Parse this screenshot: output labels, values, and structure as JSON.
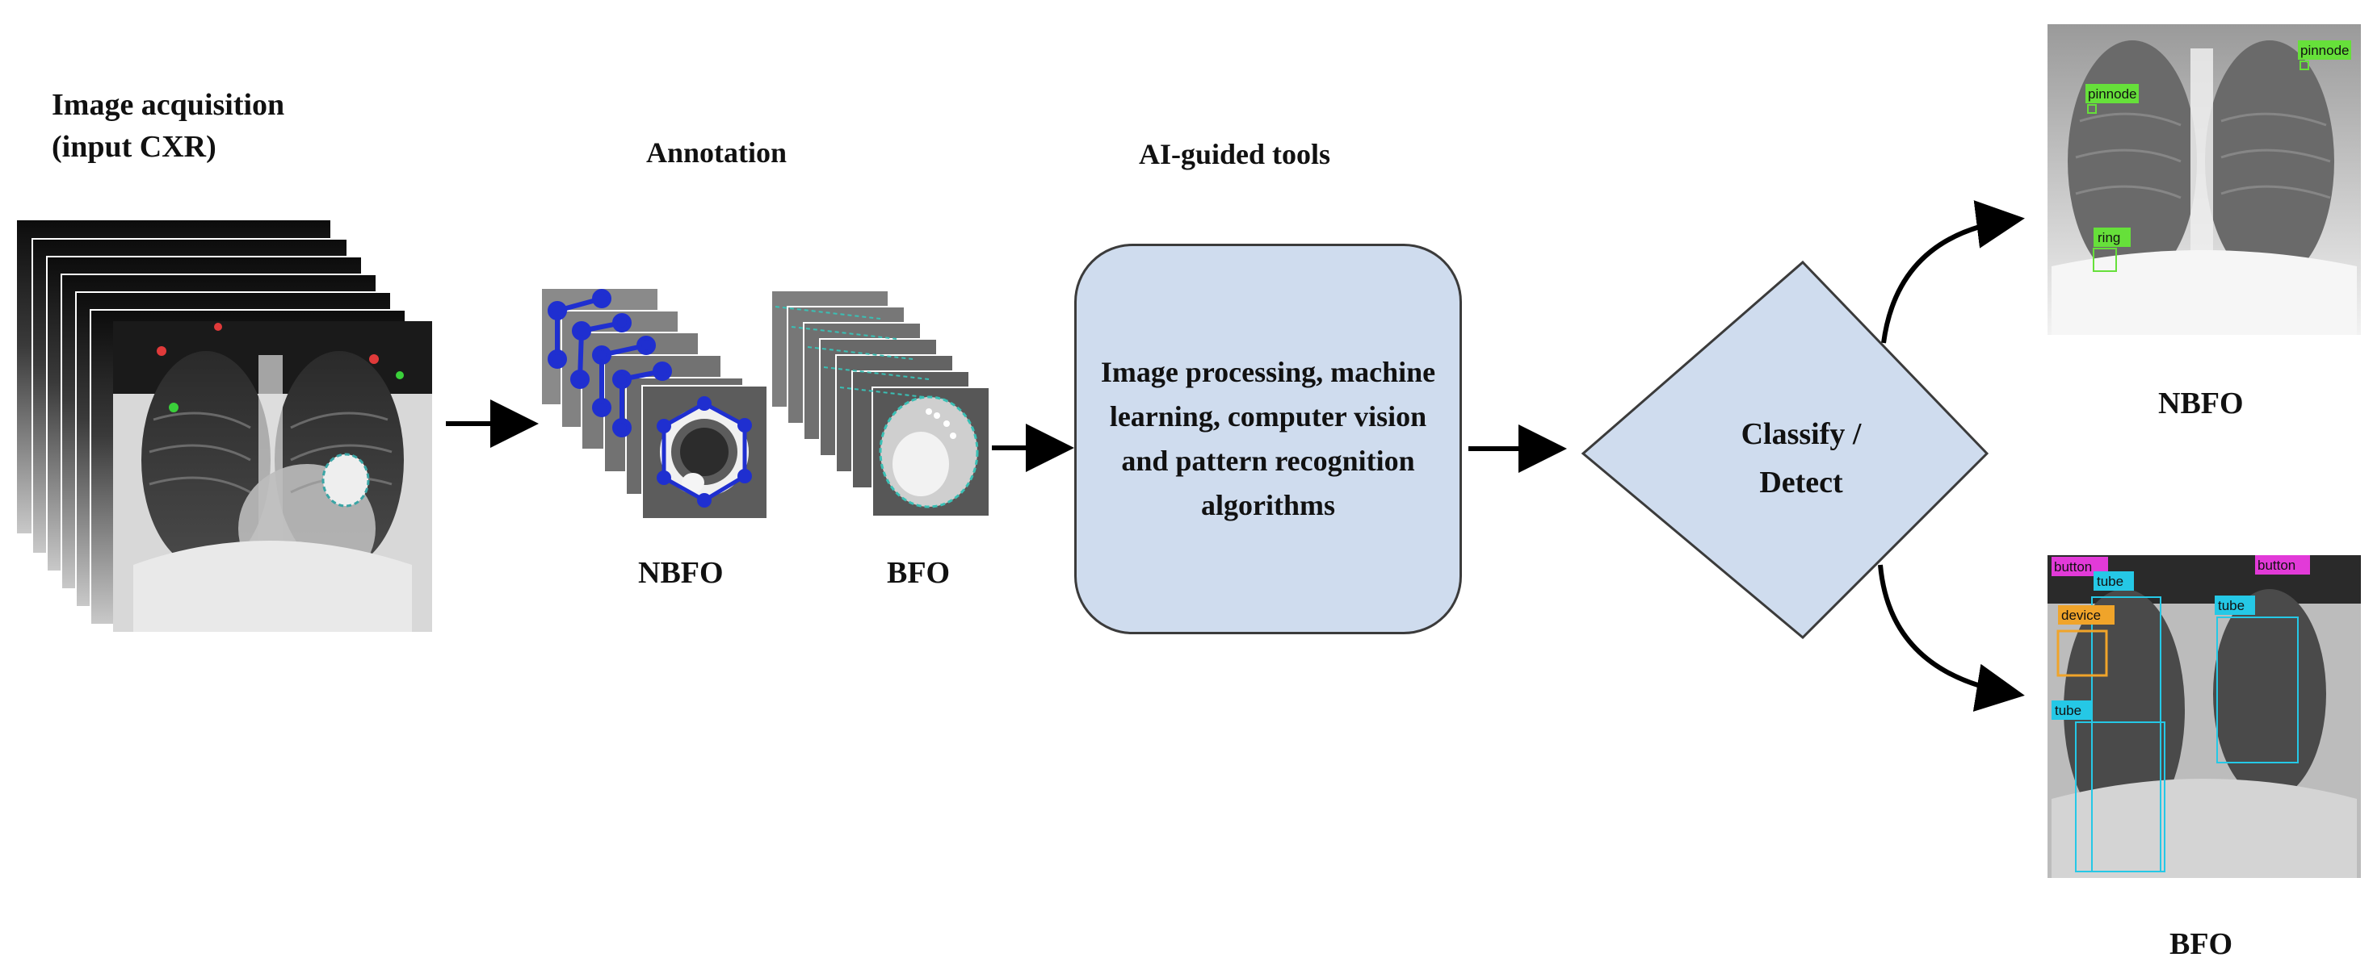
{
  "stages": {
    "acquisition_title_line1": "Image acquisition",
    "acquisition_title_line2": "(input CXR)",
    "annotation_title": "Annotation",
    "annotation_nbfo_label": "NBFO",
    "annotation_bfo_label": "BFO",
    "tools_title": "AI-guided tools",
    "tools_box_text": "Image processing, machine learning, computer vision and pattern recognition algorithms",
    "decision_text_line1": "Classify /",
    "decision_text_line2": "Detect",
    "output_nbfo_label": "NBFO",
    "output_bfo_label": "BFO"
  },
  "nbfo_output_tags": [
    "pinnode",
    "pinnode",
    "ring"
  ],
  "bfo_output_tags": [
    "button",
    "tube",
    "button",
    "tube",
    "device",
    "tube"
  ],
  "colors": {
    "process_fill": "#cfdcee",
    "nbfo_tag": "#66e03a",
    "bfo_button_tag": "#e23ad8",
    "bfo_tube_tag": "#25c8e6",
    "bfo_device_tag": "#f0a42a",
    "annotation_points": "#1f2fd0"
  }
}
